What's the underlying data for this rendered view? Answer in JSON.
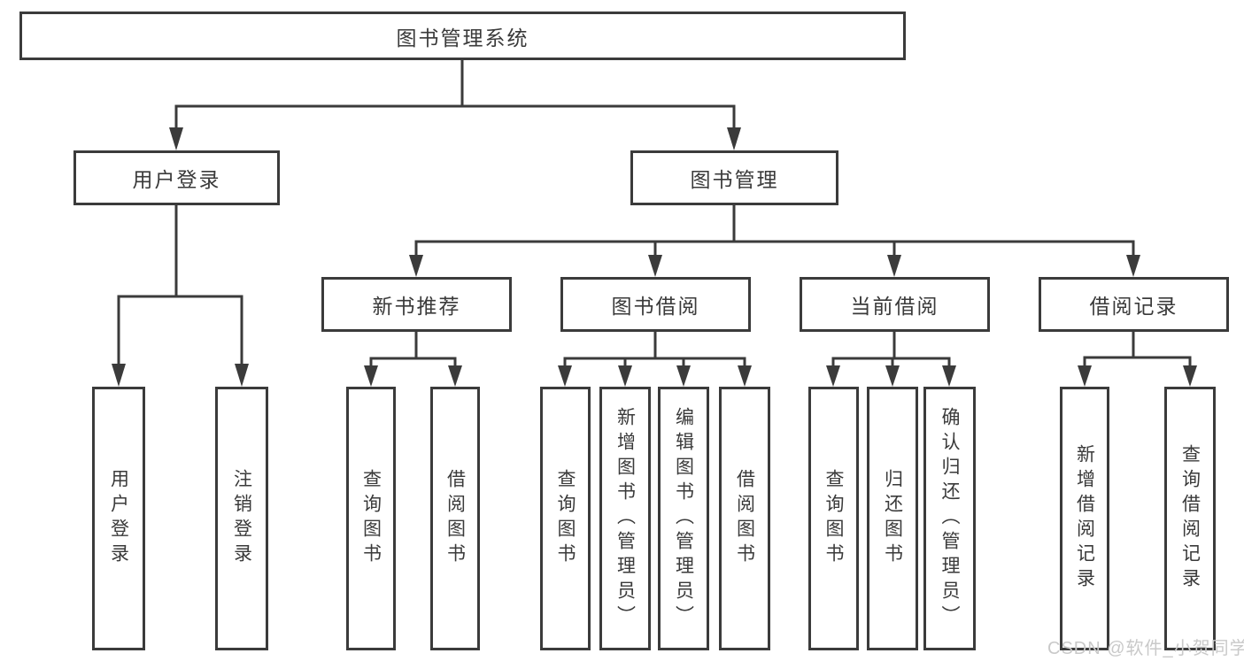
{
  "diagram": {
    "root": {
      "label": "图书管理系统"
    },
    "level2": {
      "user_login": {
        "label": "用户登录"
      },
      "book_mgmt": {
        "label": "图书管理"
      }
    },
    "level3": {
      "new_book_rec": {
        "label": "新书推荐"
      },
      "book_borrow": {
        "label": "图书借阅"
      },
      "current_borrow": {
        "label": "当前借阅"
      },
      "borrow_records": {
        "label": "借阅记录"
      }
    },
    "leaves": {
      "user_login_leaf": {
        "label": "用户登录"
      },
      "logout": {
        "label": "注销登录"
      },
      "query_book_rec": {
        "label": "查询图书"
      },
      "borrow_book_rec": {
        "label": "借阅图书"
      },
      "query_book_borrow": {
        "label": "查询图书"
      },
      "add_book": {
        "label": "新增图书（管理员）"
      },
      "edit_book": {
        "label": "编辑图书（管理员）"
      },
      "borrow_book": {
        "label": "借阅图书"
      },
      "query_book_current": {
        "label": "查询图书"
      },
      "return_book": {
        "label": "归还图书"
      },
      "confirm_return": {
        "label": "确认归还（管理员）"
      },
      "add_borrow_record": {
        "label": "新增借阅记录"
      },
      "query_borrow_record": {
        "label": "查询借阅记录"
      }
    }
  },
  "watermark": {
    "text": "CSDN @软件_小贺同学"
  },
  "colors": {
    "line": "#3b3b3b",
    "text": "#3a3a3a",
    "watermark": "#c9c9c9",
    "background": "#ffffff"
  }
}
